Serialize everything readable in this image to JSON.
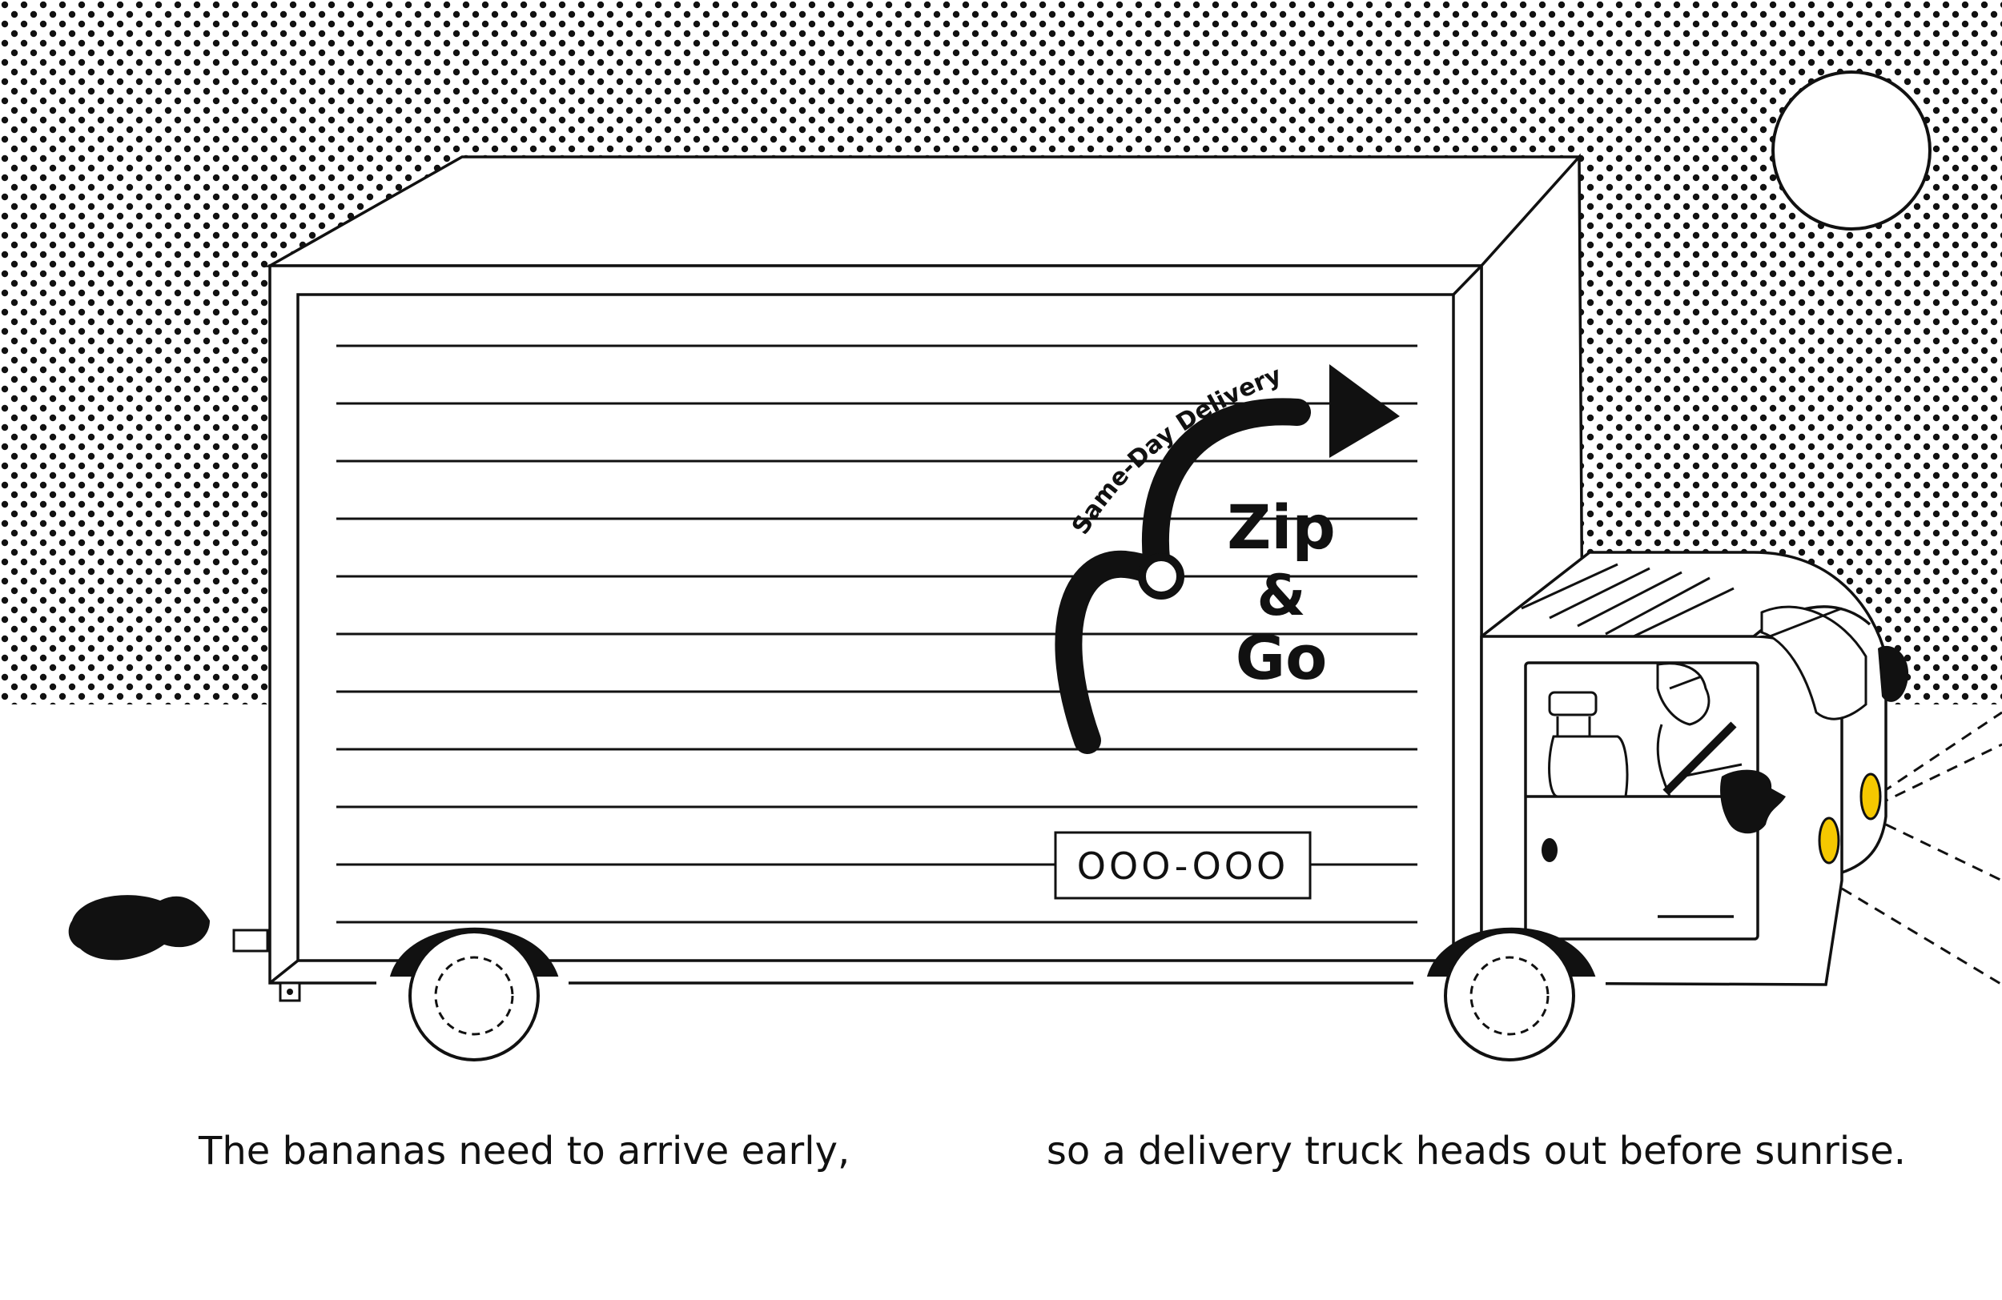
{
  "captions": {
    "left": "The bananas need to arrive early,",
    "right": "so a delivery truck heads out before sunrise."
  },
  "truck": {
    "brand_line1": "Zip",
    "brand_line2": "&",
    "brand_line3": "Go",
    "tagline": "Same-Day Delivery",
    "phone": "OOO-OOO"
  },
  "colors": {
    "ink": "#111111",
    "paper": "#ffffff",
    "headlight": "#f5c800"
  }
}
